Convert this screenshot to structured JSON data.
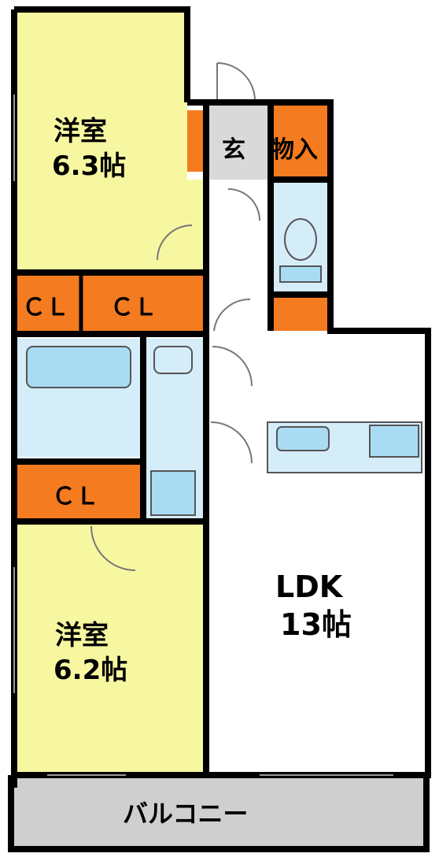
{
  "rooms": {
    "western_room_1": {
      "name": "洋室",
      "size": "6.3帖"
    },
    "western_room_2": {
      "name": "洋室",
      "size": "6.2帖"
    },
    "ldk": {
      "name": "LDK",
      "size": "13帖"
    },
    "entrance": {
      "name": "玄"
    },
    "storage": {
      "name": "物入"
    },
    "closet_1": {
      "name": "ＣＬ"
    },
    "closet_2": {
      "name": "ＣＬ"
    },
    "closet_3": {
      "name": "ＣＬ"
    },
    "balcony": {
      "name": "バルコニー"
    }
  },
  "colors": {
    "western_room": "#f7f7a1",
    "closet": "#f47b20",
    "wet_area": "#d5ecf9",
    "fixture": "#a9dcf2",
    "entrance": "#d9d9d9",
    "balcony": "#cfcfcf",
    "floor": "#ffffff",
    "wall": "#000000"
  }
}
